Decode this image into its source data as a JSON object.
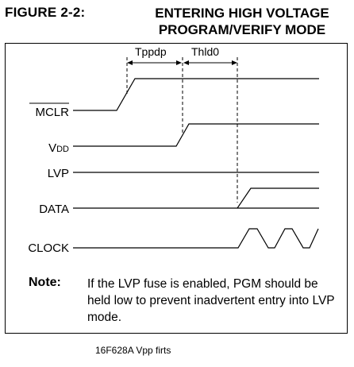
{
  "figure": {
    "label": "FIGURE 2-2:",
    "title_line1": "ENTERING HIGH VOLTAGE",
    "title_line2": "PROGRAM/VERIFY MODE"
  },
  "timing": {
    "t1": "Tppdp",
    "t2": "Thld0"
  },
  "signals": {
    "mclr": "MCLR",
    "vdd_main": "V",
    "vdd_sub": "DD",
    "lvp": "LVP",
    "data": "DATA",
    "clock": "CLOCK"
  },
  "note": {
    "heading": "Note:",
    "text": "If the LVP fuse is enabled, PGM should be held low to prevent inadvertent entry into LVP mode."
  },
  "caption": "16F628A Vpp firts"
}
